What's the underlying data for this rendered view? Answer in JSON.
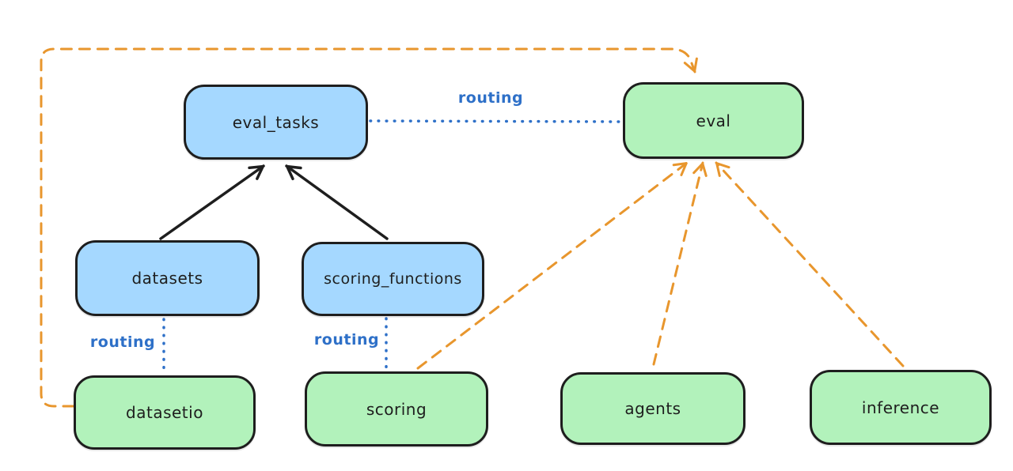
{
  "nodes": {
    "eval_tasks": "eval_tasks",
    "eval": "eval",
    "datasets": "datasets",
    "scoring_functions": "scoring_functions",
    "datasetio": "datasetio",
    "scoring": "scoring",
    "agents": "agents",
    "inference": "inference"
  },
  "edge_labels": {
    "eval_tasks_to_eval": "routing",
    "datasets_to_datasetio": "routing",
    "scoring_functions_to_scoring": "routing"
  },
  "edges": [
    {
      "from": "datasets",
      "to": "eval_tasks",
      "style": "solid-black-arrow"
    },
    {
      "from": "scoring_functions",
      "to": "eval_tasks",
      "style": "solid-black-arrow"
    },
    {
      "from": "eval_tasks",
      "to": "eval",
      "style": "dotted-blue",
      "label": "routing"
    },
    {
      "from": "datasets",
      "to": "datasetio",
      "style": "dotted-blue",
      "label": "routing"
    },
    {
      "from": "scoring_functions",
      "to": "scoring",
      "style": "dotted-blue",
      "label": "routing"
    },
    {
      "from": "datasetio",
      "to": "eval",
      "style": "dashed-orange-arrow"
    },
    {
      "from": "scoring",
      "to": "eval",
      "style": "dashed-orange-arrow"
    },
    {
      "from": "agents",
      "to": "eval",
      "style": "dashed-orange-arrow"
    },
    {
      "from": "inference",
      "to": "eval",
      "style": "dashed-orange-arrow"
    }
  ],
  "colors": {
    "node_blue_fill": "#a5d8ff",
    "node_green_fill": "#b2f2bb",
    "node_stroke": "#1e1e1e",
    "edge_black": "#1e1e1e",
    "edge_orange": "#e8962d",
    "edge_routing_blue": "#2e70c8",
    "background": "#ffffff"
  }
}
